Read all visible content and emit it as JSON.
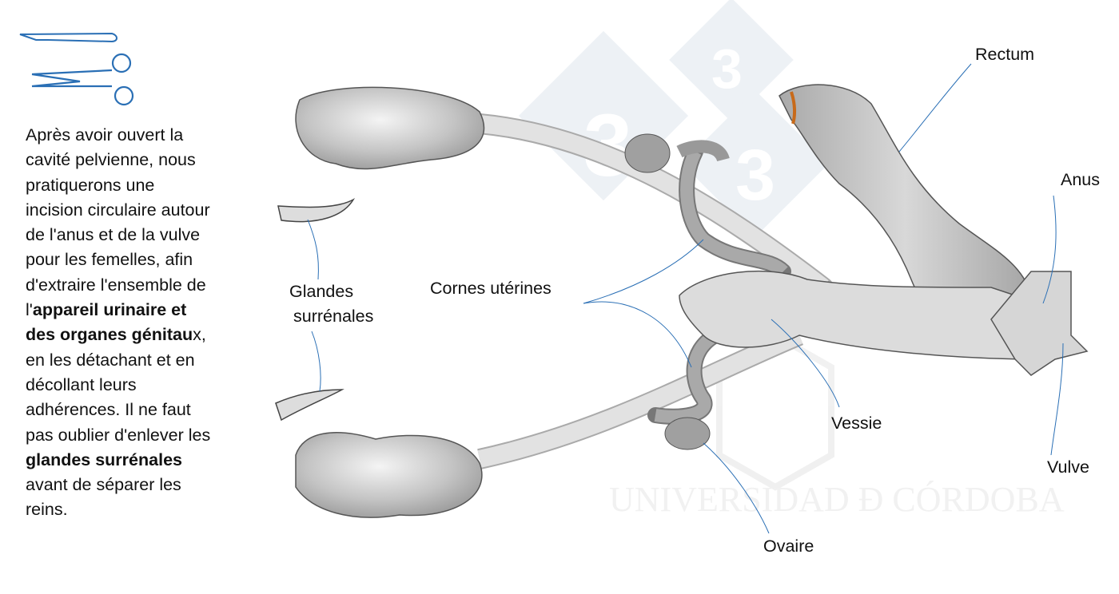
{
  "paragraph": [
    [
      {
        "t": "Après avoir ouvert la",
        "b": false
      }
    ],
    [
      {
        "t": "cavité pelvienne, nous",
        "b": false
      }
    ],
    [
      {
        "t": "pratiquerons une",
        "b": false
      }
    ],
    [
      {
        "t": "incision circulaire autour",
        "b": false
      }
    ],
    [
      {
        "t": "de l'anus et de la vulve",
        "b": false
      }
    ],
    [
      {
        "t": "pour les femelles, afin",
        "b": false
      }
    ],
    [
      {
        "t": "d'extraire l'ensemble de",
        "b": false
      }
    ],
    [
      {
        "t": "l'",
        "b": false
      },
      {
        "t": "appareil urinaire et",
        "b": true
      }
    ],
    [
      {
        "t": "des organes génitau",
        "b": true
      },
      {
        "t": "x,",
        "b": false
      }
    ],
    [
      {
        "t": "en les détachant et en",
        "b": false
      }
    ],
    [
      {
        "t": "décollant leurs",
        "b": false
      }
    ],
    [
      {
        "t": "adhérences. Il ne faut",
        "b": false
      }
    ],
    [
      {
        "t": "pas oublier d'enlever les",
        "b": false
      }
    ],
    [
      {
        "t": "glandes surrénales",
        "b": true
      }
    ],
    [
      {
        "t": "avant de séparer les",
        "b": false
      }
    ],
    [
      {
        "t": "reins.",
        "b": false
      }
    ]
  ],
  "labels": {
    "rectum": "Rectum",
    "anus": "Anus",
    "vulve": "Vulve",
    "vessie": "Vessie",
    "ovaire": "Ovaire",
    "cornes_uterines": "Cornes utérines",
    "glandes_line1": "Glandes",
    "glandes_line2": "surrénales"
  },
  "watermark": "UNIVERSIDAD Ð CÓRDOBA",
  "colors": {
    "accent": "#2a6fb5",
    "organ": "#c4c4c4"
  }
}
